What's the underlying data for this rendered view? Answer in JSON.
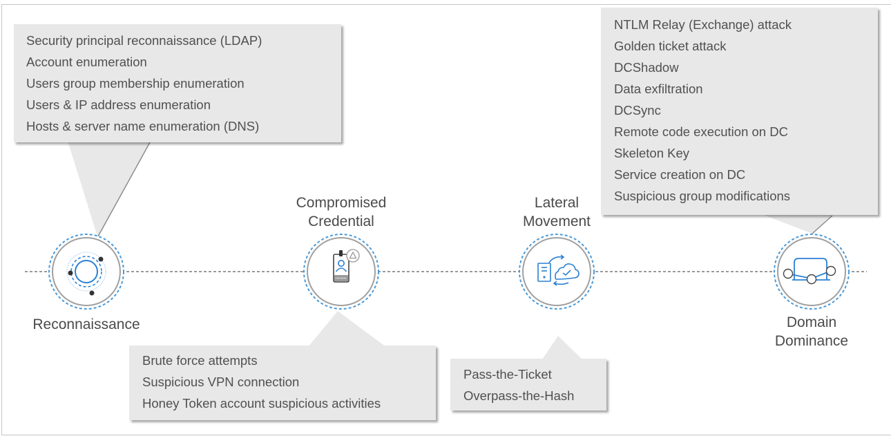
{
  "diagram": {
    "title": "Attack kill chain",
    "colors": {
      "accent_blue": "#2a7fd4",
      "dashed_ring": "#4a9ad8",
      "ring_gray": "#9a9a9a",
      "bubble_bg": "#e8e8e8",
      "text": "#4a4a4a"
    },
    "stages": [
      {
        "id": "reconnaissance",
        "label": "Reconnaissance",
        "icon": "radar-scan-icon",
        "alerts": [
          "Security principal reconnaissance (LDAP)",
          "Account enumeration",
          "Users group membership enumeration",
          "Users & IP address enumeration",
          "Hosts & server name enumeration (DNS)"
        ]
      },
      {
        "id": "compromised-credential",
        "label_line1": "Compromised",
        "label_line2": "Credential",
        "icon": "id-badge-warning-icon",
        "alerts": [
          "Brute force attempts",
          "Suspicious VPN connection",
          "Honey Token account suspicious activities"
        ]
      },
      {
        "id": "lateral-movement",
        "label_line1": "Lateral",
        "label_line2": "Movement",
        "icon": "server-cloud-sync-icon",
        "alerts": [
          "Pass-the-Ticket",
          "Overpass-the-Hash"
        ]
      },
      {
        "id": "domain-dominance",
        "label_line1": "Domain",
        "label_line2": "Dominance",
        "icon": "domain-network-icon",
        "alerts": [
          "NTLM Relay (Exchange) attack",
          "Golden ticket attack",
          "DCShadow",
          "Data exfiltration",
          "DCSync",
          "Remote code execution on DC",
          "Skeleton Key",
          "Service creation on DC",
          "Suspicious group modifications"
        ]
      }
    ]
  }
}
